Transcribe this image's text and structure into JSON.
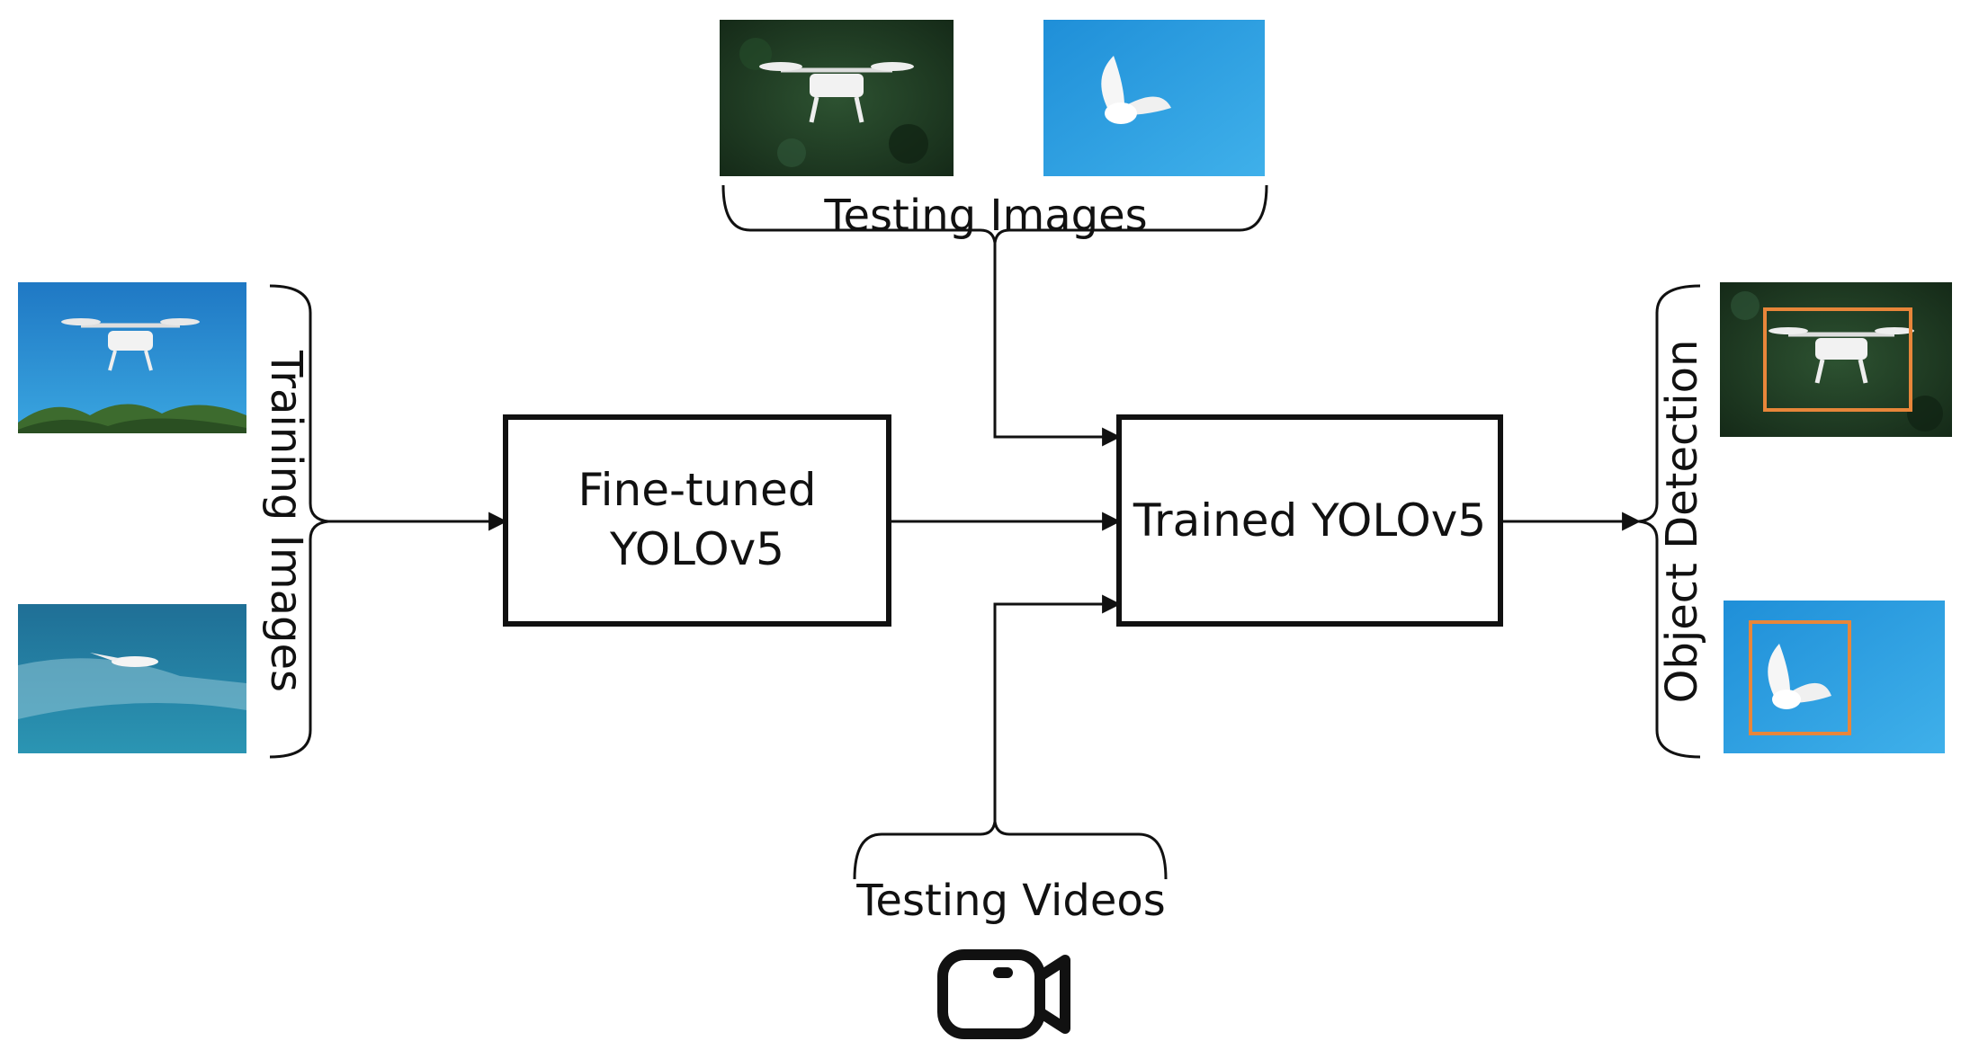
{
  "nodes": {
    "finetuned": {
      "line1": "Fine-tuned",
      "line2": "YOLOv5"
    },
    "trained": {
      "label": "Trained YOLOv5"
    }
  },
  "groups": {
    "training_images": "Training Images",
    "testing_images": "Testing Images",
    "testing_videos": "Testing Videos",
    "object_detection": "Object Detection"
  },
  "icons": {
    "video_camera": "video-camera-icon"
  },
  "colors": {
    "stroke": "#111111",
    "detection_box": "#e8863a",
    "sky_blue": "#2a95d6",
    "forest_green": "#1f3a22",
    "sea_teal": "#2a8aa8"
  }
}
